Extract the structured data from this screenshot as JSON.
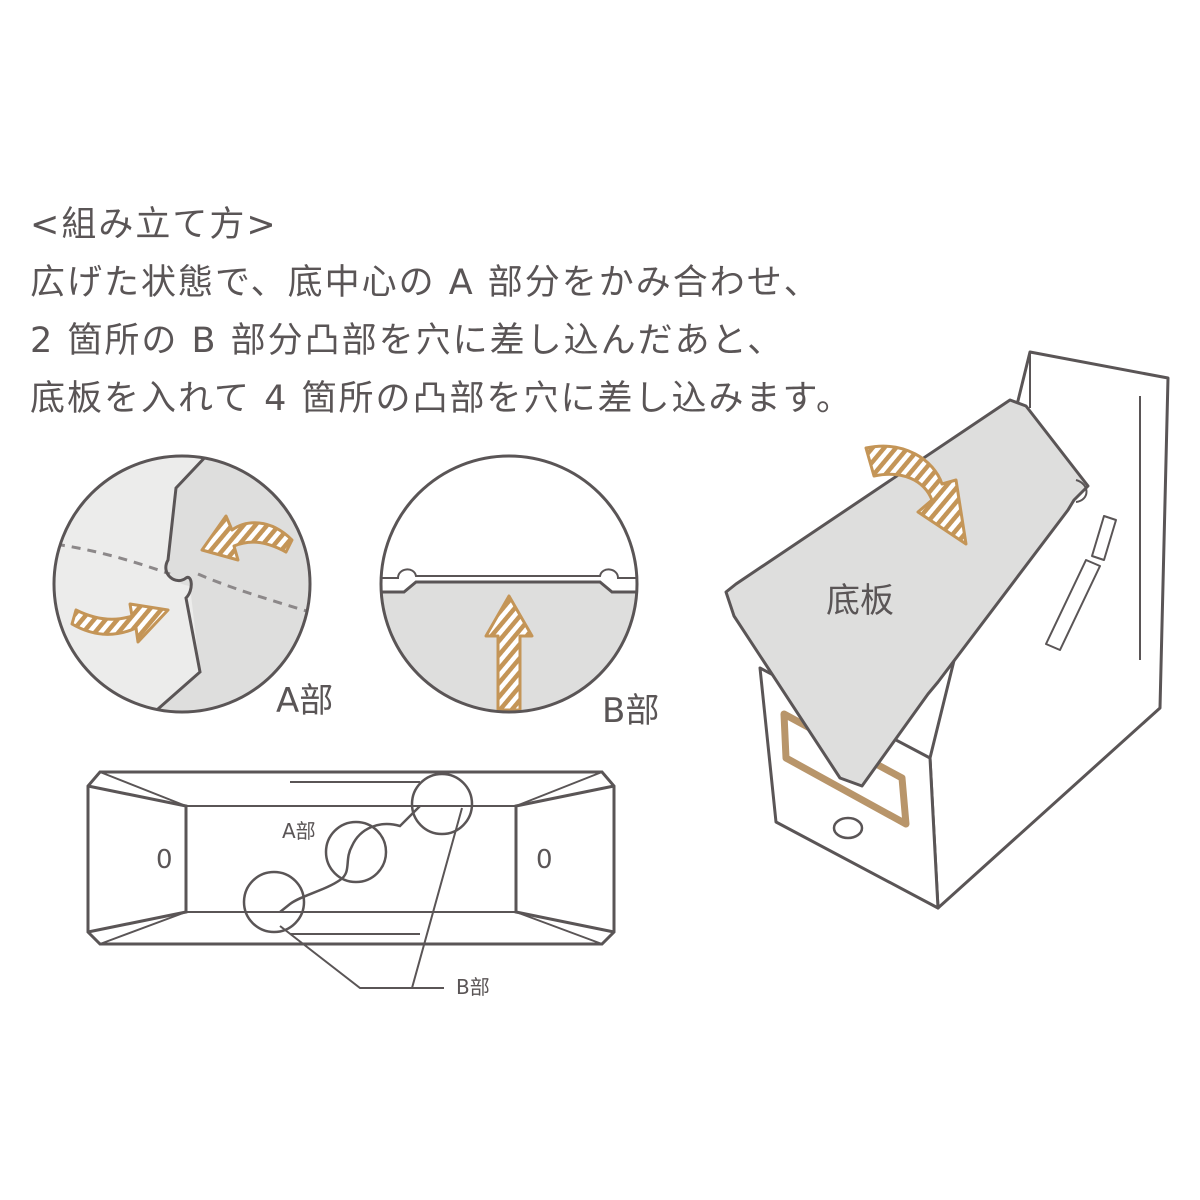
{
  "instructions": {
    "heading": "<組み立て方>",
    "line1": "広げた状態で、底中心の A 部分をかみ合わせ、",
    "line2": "2 箇所の B 部分凸部を穴に差し込んだあと、",
    "line3": "底板を入れて 4 箇所の凸部を穴に差し込みます。"
  },
  "labels": {
    "detail_a": "A部",
    "detail_b": "B部",
    "flat_a": "A部",
    "flat_b": "B部",
    "bottom_board": "底板",
    "hole_left": "0",
    "hole_right": "0"
  },
  "colors": {
    "line": "#5a5556",
    "panel_gray": "#dededd",
    "panel_light": "#ececeb",
    "arrow": "#c49557",
    "label_frame": "#b8956a"
  },
  "icons": {
    "arrow": "striped-arrow-icon"
  }
}
